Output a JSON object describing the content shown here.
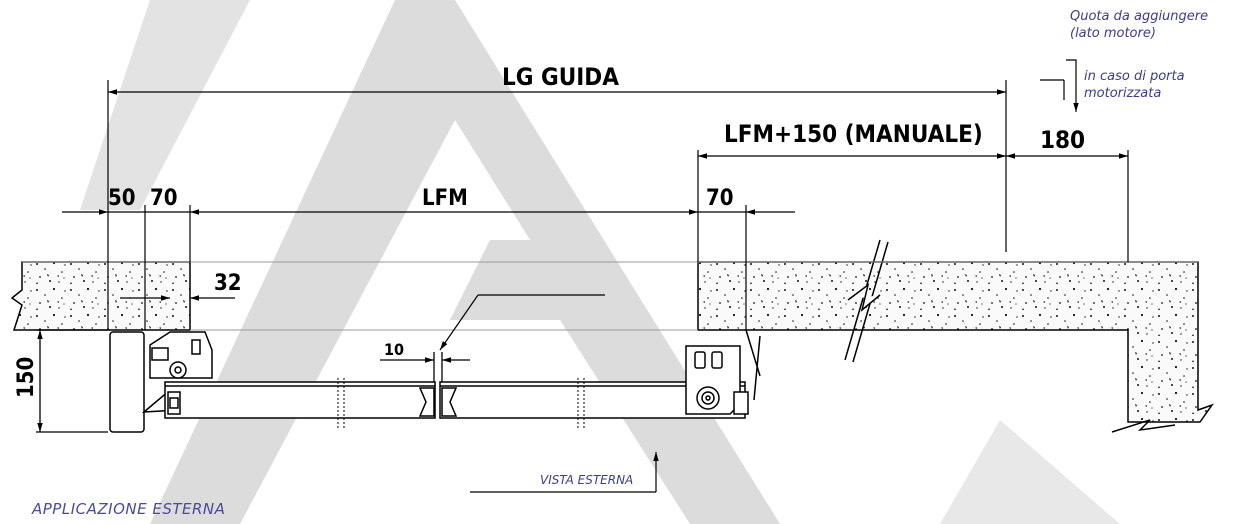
{
  "colors": {
    "line": "#000000",
    "watermark": "#d9d9d9",
    "note": "#3c3c8c"
  },
  "dimensions": {
    "lg_guida": "LG GUIDA",
    "lfm_manuale": "LFM+150 (MANUALE)",
    "d180": "180",
    "d50": "50",
    "d70_left": "70",
    "lfm": "LFM",
    "d70_right": "70",
    "d32": "32",
    "d10": "10",
    "d150": "150"
  },
  "notes": {
    "quota_line1": "Quota da aggiungere",
    "quota_line2": "(lato motore)",
    "motor_line1": "in caso di porta",
    "motor_line2": "motorizzata",
    "vista": "VISTA ESTERNA"
  },
  "caption": "APPLICAZIONE ESTERNA",
  "icons": {
    "watermark": "logo-A-watermark",
    "motor": "motor-unit-icon"
  }
}
